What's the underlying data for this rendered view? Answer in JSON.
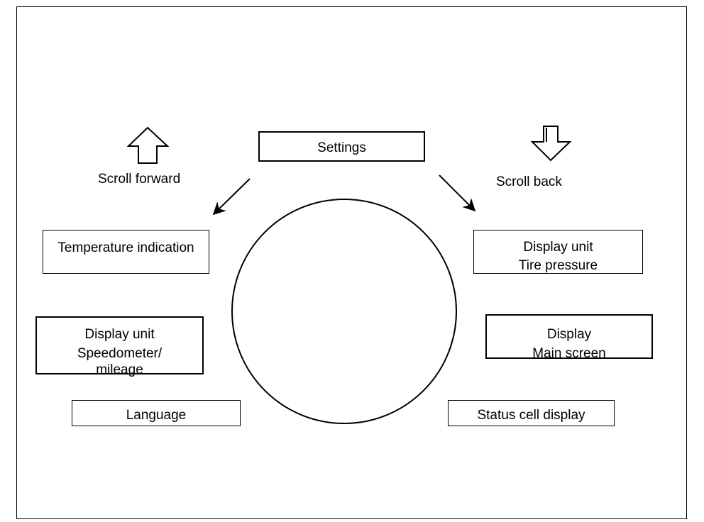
{
  "diagram": {
    "center": "Settings",
    "scroll_forward_label": "Scroll forward",
    "scroll_back_label": "Scroll back",
    "menu_items": {
      "temperature": [
        "Temperature indication"
      ],
      "speedometer": [
        "Display unit",
        "Speedometer/",
        "mileage"
      ],
      "language": [
        "Language"
      ],
      "tire_pressure": [
        "Display unit",
        "Tire pressure"
      ],
      "main_screen": [
        "Display",
        "Main screen"
      ],
      "status_cell": [
        "Status cell display"
      ]
    },
    "icons": {
      "scroll_forward": "arrow-up-outline-icon",
      "scroll_back": "arrow-down-outline-icon"
    },
    "colors": {
      "line": "#000000",
      "background": "#ffffff"
    }
  }
}
